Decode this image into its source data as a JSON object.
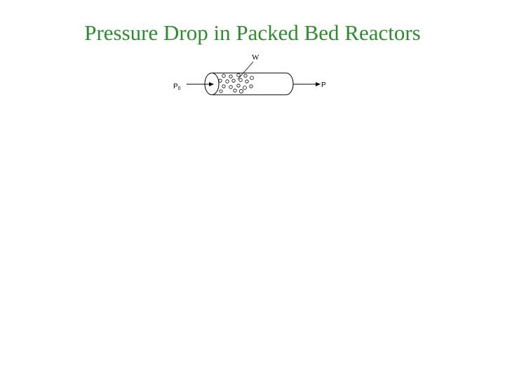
{
  "slide": {
    "title": "Pressure Drop in Packed Bed Reactors"
  },
  "diagram": {
    "inlet_label": "P",
    "inlet_subscript": "0",
    "outlet_label": "P",
    "catalyst_label": "W"
  },
  "colors": {
    "title": "#2e8b2e",
    "diagram": "#000000",
    "background": "#ffffff"
  }
}
